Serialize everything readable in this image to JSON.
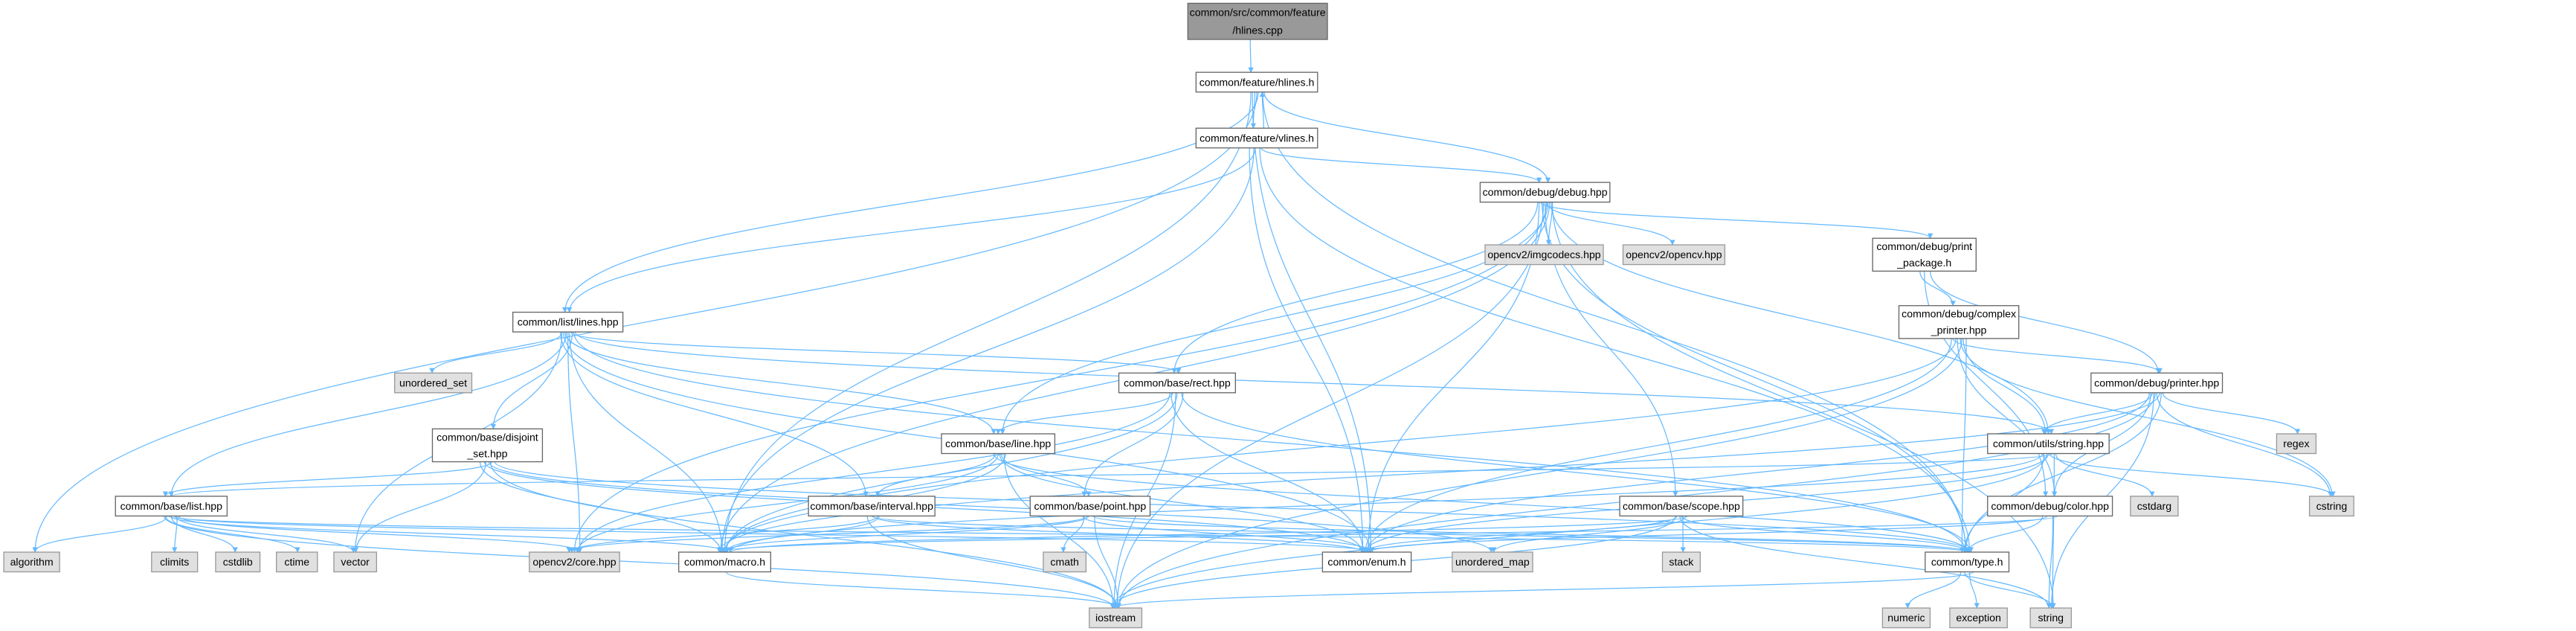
{
  "colors": {
    "edge": "#63b8ff",
    "user_fill": "#ffffff",
    "system_fill": "#e0e0e0",
    "root_fill": "#999999"
  },
  "nodes": {
    "root": {
      "lines": [
        "common/src/common/feature",
        "/hlines.cpp"
      ],
      "kind": "root"
    },
    "hlines": {
      "lines": [
        "common/feature/hlines.h"
      ],
      "kind": "user"
    },
    "vlines": {
      "lines": [
        "common/feature/vlines.h"
      ],
      "kind": "user"
    },
    "debug": {
      "lines": [
        "common/debug/debug.hpp"
      ],
      "kind": "user"
    },
    "imgcodecs": {
      "lines": [
        "opencv2/imgcodecs.hpp"
      ],
      "kind": "sys"
    },
    "opencv": {
      "lines": [
        "opencv2/opencv.hpp"
      ],
      "kind": "sys"
    },
    "print_package": {
      "lines": [
        "common/debug/print",
        "_package.h"
      ],
      "kind": "user"
    },
    "complex_printer": {
      "lines": [
        "common/debug/complex",
        "_printer.hpp"
      ],
      "kind": "user"
    },
    "printer": {
      "lines": [
        "common/debug/printer.hpp"
      ],
      "kind": "user"
    },
    "regex": {
      "lines": [
        "regex"
      ],
      "kind": "sys"
    },
    "utils_string": {
      "lines": [
        "common/utils/string.hpp"
      ],
      "kind": "user"
    },
    "cstdarg": {
      "lines": [
        "cstdarg"
      ],
      "kind": "sys"
    },
    "cstring": {
      "lines": [
        "cstring"
      ],
      "kind": "sys"
    },
    "color": {
      "lines": [
        "common/debug/color.hpp"
      ],
      "kind": "user"
    },
    "scope": {
      "lines": [
        "common/base/scope.hpp"
      ],
      "kind": "user"
    },
    "list_lines": {
      "lines": [
        "common/list/lines.hpp"
      ],
      "kind": "user"
    },
    "unordered_set": {
      "lines": [
        "unordered_set"
      ],
      "kind": "sys"
    },
    "disjoint_set": {
      "lines": [
        "common/base/disjoint",
        "_set.hpp"
      ],
      "kind": "user"
    },
    "rect": {
      "lines": [
        "common/base/rect.hpp"
      ],
      "kind": "user"
    },
    "line": {
      "lines": [
        "common/base/line.hpp"
      ],
      "kind": "user"
    },
    "list": {
      "lines": [
        "common/base/list.hpp"
      ],
      "kind": "user"
    },
    "interval": {
      "lines": [
        "common/base/interval.hpp"
      ],
      "kind": "user"
    },
    "point": {
      "lines": [
        "common/base/point.hpp"
      ],
      "kind": "user"
    },
    "algorithm": {
      "lines": [
        "algorithm"
      ],
      "kind": "sys"
    },
    "climits": {
      "lines": [
        "climits"
      ],
      "kind": "sys"
    },
    "cstdlib": {
      "lines": [
        "cstdlib"
      ],
      "kind": "sys"
    },
    "ctime": {
      "lines": [
        "ctime"
      ],
      "kind": "sys"
    },
    "vector": {
      "lines": [
        "vector"
      ],
      "kind": "sys"
    },
    "core": {
      "lines": [
        "opencv2/core.hpp"
      ],
      "kind": "sys"
    },
    "macro": {
      "lines": [
        "common/macro.h"
      ],
      "kind": "user"
    },
    "cmath": {
      "lines": [
        "cmath"
      ],
      "kind": "sys"
    },
    "enum": {
      "lines": [
        "common/enum.h"
      ],
      "kind": "user"
    },
    "unordered_map": {
      "lines": [
        "unordered_map"
      ],
      "kind": "sys"
    },
    "stack": {
      "lines": [
        "stack"
      ],
      "kind": "sys"
    },
    "type": {
      "lines": [
        "common/type.h"
      ],
      "kind": "user"
    },
    "iostream": {
      "lines": [
        "iostream"
      ],
      "kind": "sys"
    },
    "numeric": {
      "lines": [
        "numeric"
      ],
      "kind": "sys"
    },
    "exception": {
      "lines": [
        "exception"
      ],
      "kind": "sys"
    },
    "string": {
      "lines": [
        "string"
      ],
      "kind": "sys"
    }
  },
  "edges": [
    [
      "root",
      "hlines"
    ],
    [
      "hlines",
      "vlines"
    ],
    [
      "vlines",
      "hlines"
    ],
    [
      "hlines",
      "debug"
    ],
    [
      "hlines",
      "list_lines"
    ],
    [
      "hlines",
      "enum"
    ],
    [
      "hlines",
      "type"
    ],
    [
      "hlines",
      "algorithm"
    ],
    [
      "hlines",
      "macro"
    ],
    [
      "vlines",
      "debug"
    ],
    [
      "vlines",
      "list_lines"
    ],
    [
      "vlines",
      "enum"
    ],
    [
      "vlines",
      "type"
    ],
    [
      "vlines",
      "macro"
    ],
    [
      "debug",
      "imgcodecs"
    ],
    [
      "debug",
      "opencv"
    ],
    [
      "debug",
      "print_package"
    ],
    [
      "debug",
      "utils_string"
    ],
    [
      "debug",
      "scope"
    ],
    [
      "debug",
      "enum"
    ],
    [
      "debug",
      "macro"
    ],
    [
      "debug",
      "iostream"
    ],
    [
      "debug",
      "rect"
    ],
    [
      "debug",
      "line"
    ],
    [
      "debug",
      "type"
    ],
    [
      "debug",
      "string"
    ],
    [
      "debug",
      "core"
    ],
    [
      "print_package",
      "complex_printer"
    ],
    [
      "print_package",
      "printer"
    ],
    [
      "print_package",
      "color"
    ],
    [
      "complex_printer",
      "printer"
    ],
    [
      "complex_printer",
      "utils_string"
    ],
    [
      "complex_printer",
      "color"
    ],
    [
      "complex_printer",
      "enum"
    ],
    [
      "complex_printer",
      "iostream"
    ],
    [
      "complex_printer",
      "macro"
    ],
    [
      "complex_printer",
      "type"
    ],
    [
      "complex_printer",
      "cstring"
    ],
    [
      "printer",
      "utils_string"
    ],
    [
      "printer",
      "regex"
    ],
    [
      "printer",
      "cstring"
    ],
    [
      "printer",
      "color"
    ],
    [
      "printer",
      "type"
    ],
    [
      "printer",
      "iostream"
    ],
    [
      "printer",
      "enum"
    ],
    [
      "printer",
      "macro"
    ],
    [
      "printer",
      "string"
    ],
    [
      "utils_string",
      "cstdarg"
    ],
    [
      "utils_string",
      "cstring"
    ],
    [
      "utils_string",
      "type"
    ],
    [
      "utils_string",
      "string"
    ],
    [
      "utils_string",
      "enum"
    ],
    [
      "utils_string",
      "macro"
    ],
    [
      "utils_string",
      "list"
    ],
    [
      "utils_string",
      "iostream"
    ],
    [
      "color",
      "type"
    ],
    [
      "color",
      "string"
    ],
    [
      "color",
      "enum"
    ],
    [
      "color",
      "macro"
    ],
    [
      "scope",
      "stack"
    ],
    [
      "scope",
      "enum"
    ],
    [
      "scope",
      "macro"
    ],
    [
      "scope",
      "type"
    ],
    [
      "scope",
      "iostream"
    ],
    [
      "scope",
      "unordered_map"
    ],
    [
      "scope",
      "string"
    ],
    [
      "type",
      "numeric"
    ],
    [
      "type",
      "exception"
    ],
    [
      "type",
      "string"
    ],
    [
      "type",
      "iostream"
    ],
    [
      "macro",
      "iostream"
    ],
    [
      "rect",
      "line"
    ],
    [
      "rect",
      "point"
    ],
    [
      "rect",
      "macro"
    ],
    [
      "rect",
      "enum"
    ],
    [
      "rect",
      "type"
    ],
    [
      "rect",
      "iostream"
    ],
    [
      "rect",
      "core"
    ],
    [
      "line",
      "point"
    ],
    [
      "line",
      "interval"
    ],
    [
      "line",
      "macro"
    ],
    [
      "line",
      "enum"
    ],
    [
      "line",
      "type"
    ],
    [
      "line",
      "iostream"
    ],
    [
      "line",
      "core"
    ],
    [
      "point",
      "cmath"
    ],
    [
      "point",
      "iostream"
    ],
    [
      "point",
      "macro"
    ],
    [
      "point",
      "enum"
    ],
    [
      "point",
      "type"
    ],
    [
      "point",
      "core"
    ],
    [
      "interval",
      "macro"
    ],
    [
      "interval",
      "enum"
    ],
    [
      "interval",
      "iostream"
    ],
    [
      "interval",
      "core"
    ],
    [
      "interval",
      "type"
    ],
    [
      "list_lines",
      "unordered_set"
    ],
    [
      "list_lines",
      "disjoint_set"
    ],
    [
      "list_lines",
      "list"
    ],
    [
      "list_lines",
      "interval"
    ],
    [
      "list_lines",
      "rect"
    ],
    [
      "list_lines",
      "line"
    ],
    [
      "list_lines",
      "utils_string"
    ],
    [
      "list_lines",
      "macro"
    ],
    [
      "list_lines",
      "enum"
    ],
    [
      "list_lines",
      "type"
    ],
    [
      "list_lines",
      "core"
    ],
    [
      "list_lines",
      "vector"
    ],
    [
      "disjoint_set",
      "list"
    ],
    [
      "disjoint_set",
      "vector"
    ],
    [
      "disjoint_set",
      "macro"
    ],
    [
      "disjoint_set",
      "iostream"
    ],
    [
      "disjoint_set",
      "enum"
    ],
    [
      "disjoint_set",
      "type"
    ],
    [
      "disjoint_set",
      "unordered_map"
    ],
    [
      "list",
      "algorithm"
    ],
    [
      "list",
      "climits"
    ],
    [
      "list",
      "cstdlib"
    ],
    [
      "list",
      "ctime"
    ],
    [
      "list",
      "vector"
    ],
    [
      "list",
      "macro"
    ],
    [
      "list",
      "iostream"
    ],
    [
      "list",
      "enum"
    ],
    [
      "list",
      "type"
    ],
    [
      "list",
      "core"
    ]
  ]
}
